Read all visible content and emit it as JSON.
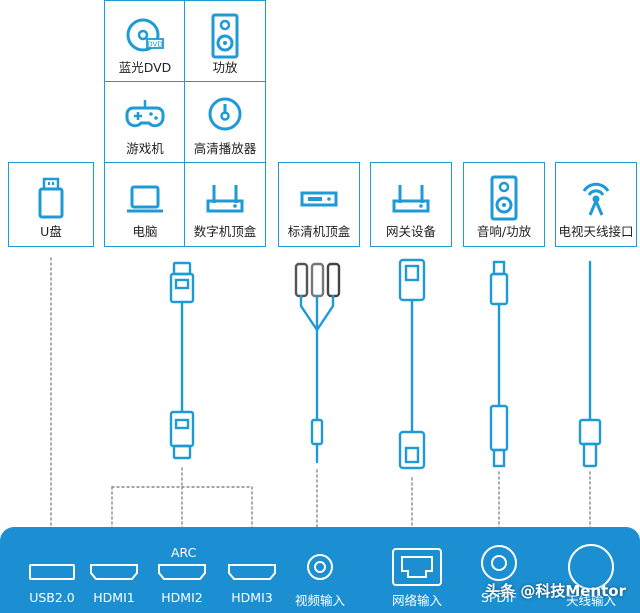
{
  "devices": {
    "bluray": "蓝光DVD",
    "amplifier": "功放",
    "game_console": "游戏机",
    "hd_player": "高清播放器",
    "computer": "电脑",
    "digital_stb": "数字机顶盒",
    "usb": "U盘",
    "sd_stb": "标清机顶盒",
    "gateway": "网关设备",
    "audio_amp": "音响/功放",
    "tv_antenna": "电视天线接口"
  },
  "ports": {
    "usb": "USB2.0",
    "hdmi1": "HDMI1",
    "hdmi2": "HDMI2",
    "hdmi3": "HDMI3",
    "arc": "ARC",
    "av_in": "视频输入",
    "lan_in": "网络输入",
    "spdif": "SPDIF",
    "antenna_in": "天线输入"
  },
  "watermark": "头条 @科技Mentor",
  "colors": {
    "accent": "#1e9ad6",
    "panel": "#1c8fd2"
  }
}
